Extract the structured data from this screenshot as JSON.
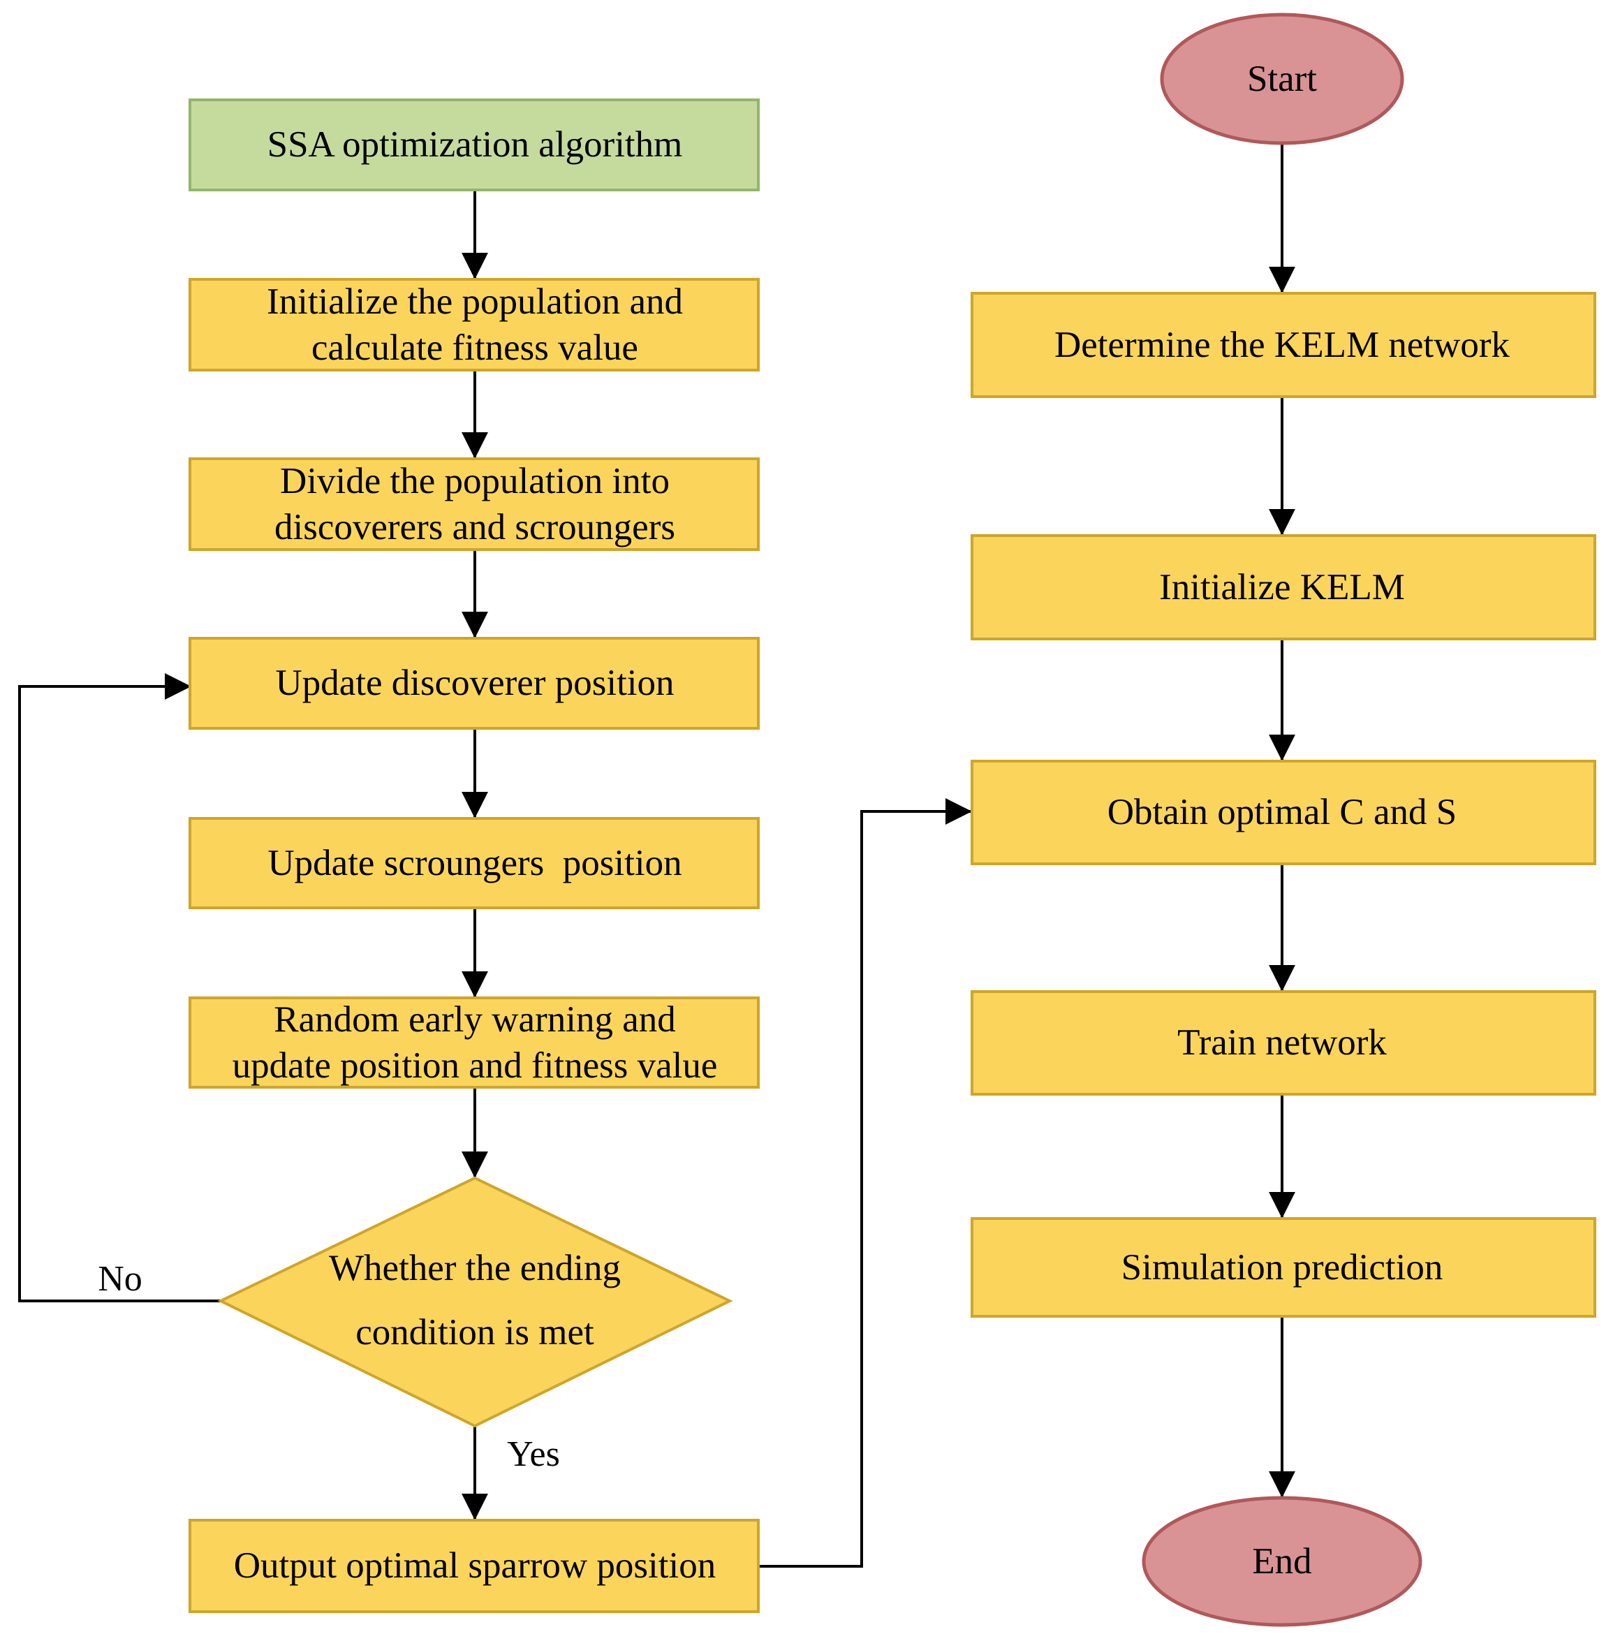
{
  "colors": {
    "box_fill": "#FBD55B",
    "box_stroke": "#CFA52A",
    "header_fill": "#C5DB9E",
    "header_stroke": "#94B56A",
    "terminal_fill": "#D99394",
    "terminal_stroke": "#B0585A",
    "line": "#000000",
    "text": "#000000"
  },
  "ssa": {
    "header": [
      "SSA optimization algorithm"
    ],
    "init": [
      "Initialize the population and",
      "calculate fitness value"
    ],
    "divide": [
      "Divide the population into",
      "discoverers and scroungers"
    ],
    "update_discoverer": [
      "Update discoverer position"
    ],
    "update_scroungers": [
      "Update scroungers  position"
    ],
    "early_warning": [
      "Random early warning and",
      "update position and fitness value"
    ],
    "decision": [
      "Whether the ending",
      "condition is met"
    ],
    "no_label": "No",
    "yes_label": "Yes",
    "output": [
      "Output optimal sparrow position"
    ]
  },
  "kelm": {
    "start": [
      "Start"
    ],
    "determine": [
      "Determine the KELM network"
    ],
    "initialize": [
      "Initialize KELM"
    ],
    "obtain": [
      "Obtain optimal C and S"
    ],
    "train": [
      "Train network"
    ],
    "simulate": [
      "Simulation prediction"
    ],
    "end": [
      "End"
    ]
  }
}
